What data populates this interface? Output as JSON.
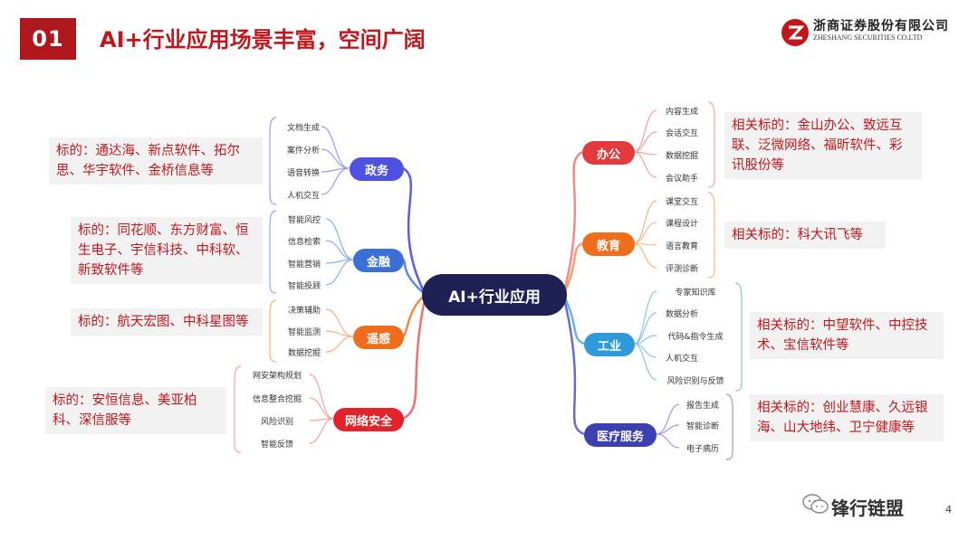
{
  "header": {
    "number": "01",
    "title": "AI+行业应用场景丰富，空间广阔",
    "logo_cn": "浙商证券股份有限公司",
    "logo_en": "ZHESHANG SECURITIES CO.LTD"
  },
  "center": "AI+行业应用",
  "left_branches": [
    {
      "label": "政务",
      "color": "#4f52e0",
      "leaves": [
        "文档生成",
        "案件分析",
        "语音转换",
        "人机交互"
      ],
      "note": "标的：通达海、新点软件、拓尔思、华宇软件、金桥信息等"
    },
    {
      "label": "金融",
      "color": "#3a6fd8",
      "leaves": [
        "智能风控",
        "信息检索",
        "智能营销",
        "智能投顾"
      ],
      "note": "标的：同花顺、东方财富、恒生电子、宇信科技、中科软、新致软件等"
    },
    {
      "label": "遥感",
      "color": "#ee6e1e",
      "leaves": [
        "决策辅助",
        "智能监测",
        "数据挖掘"
      ],
      "note": "标的：航天宏图、中科星图等"
    },
    {
      "label": "网络安全",
      "color": "#e0242a",
      "leaves": [
        "网安架构规划",
        "信息整合挖掘",
        "风险识别",
        "智能反馈"
      ],
      "note": "标的：安恒信息、美亚柏科、深信服等"
    }
  ],
  "right_branches": [
    {
      "label": "办公",
      "color": "#e43a3e",
      "leaves": [
        "内容生成",
        "会话交互",
        "数据挖掘",
        "会议助手"
      ],
      "note": "相关标的：金山办公、致远互联、泛微网络、福昕软件、彩讯股份等"
    },
    {
      "label": "教育",
      "color": "#ee6e1e",
      "leaves": [
        "课堂交互",
        "课程设计",
        "语言教育",
        "评测诊断"
      ],
      "note": "相关标的：科大讯飞等"
    },
    {
      "label": "工业",
      "color": "#2f9ad8",
      "leaves": [
        "专家知识库",
        "数据分析",
        "代码&指令生成",
        "人机交互",
        "风险识别与反馈"
      ],
      "note": "相关标的：中望软件、中控技术、宝信软件等"
    },
    {
      "label": "医疗服务",
      "color": "#3b3fb0",
      "leaves": [
        "报告生成",
        "智能诊断",
        "电子病历"
      ],
      "note": "相关标的：创业慧康、久远银海、山大地纬、卫宁健康等"
    }
  ],
  "footer": {
    "brand": "锋行链盟",
    "page": "4"
  },
  "icons": {
    "logo": "zheshang-logo-icon",
    "wechat": "wechat-icon"
  }
}
